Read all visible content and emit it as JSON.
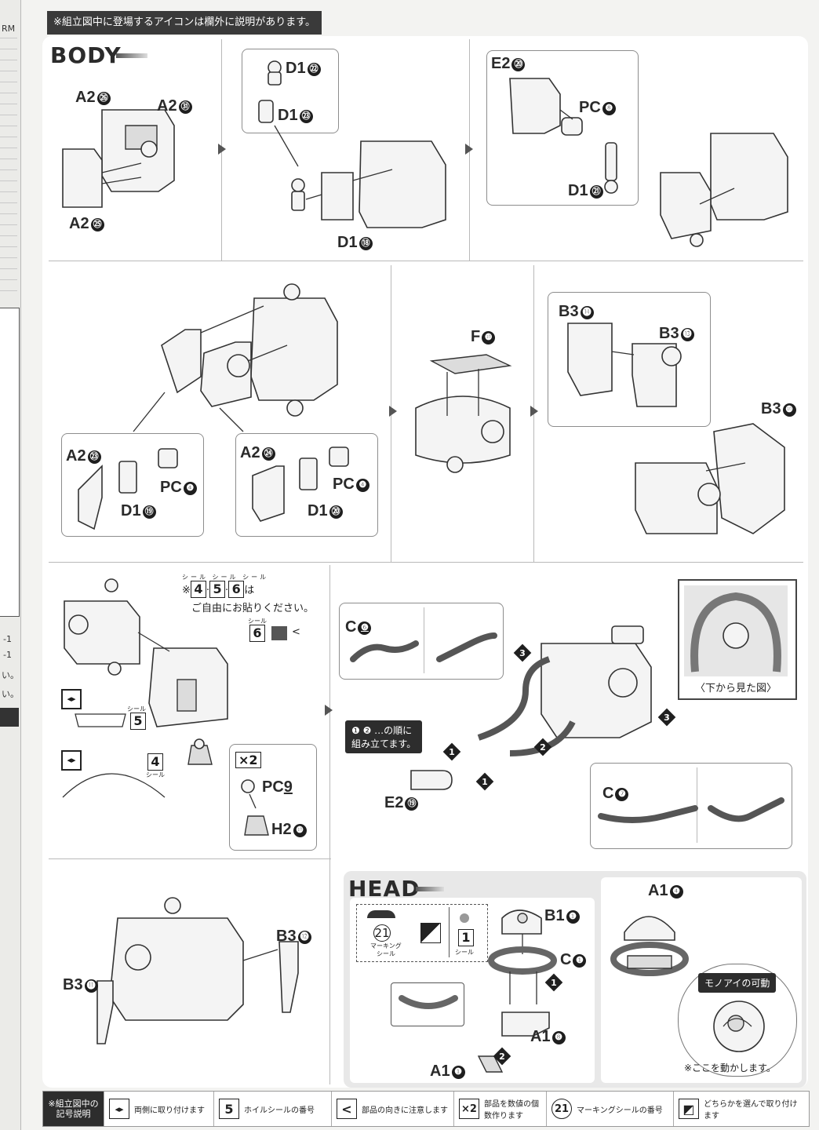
{
  "notice": "※組立図中に登場するアイコンは欄外に説明があります。",
  "edge_text": {
    "rm": "RM",
    "n1": "-1",
    "n2": "-1",
    "s1": "い。",
    "s2": "い。"
  },
  "body_section": {
    "title": "BODY",
    "step1": {
      "a2_26": "A2",
      "n26": "㉖",
      "a2_31": "A2",
      "n31": "㉛",
      "a2_25": "A2",
      "n25": "㉕"
    },
    "step2": {
      "d1_22": "D1",
      "n22": "㉒",
      "d1_23": "D1",
      "n23": "㉓",
      "d1_18": "D1",
      "n18": "⑱"
    },
    "step3": {
      "e2_20": "E2",
      "n20": "⑳",
      "pc8": "PC",
      "n8": "❽",
      "d1_21": "D1",
      "n21": "㉑"
    },
    "step4": {
      "a2_23": "A2",
      "n23": "㉓",
      "pc4a": "PC",
      "n4a": "❹",
      "d1_19": "D1",
      "n19": "⑲",
      "a2_24": "A2",
      "n24": "㉔",
      "pc4b": "PC",
      "n4b": "❹",
      "d1_20": "D1",
      "n20": "⑳"
    },
    "step5": {
      "f10": "F",
      "n10": "❿"
    },
    "step6": {
      "b3_14": "B3",
      "n14": "⓮",
      "b3_13": "B3",
      "n13": "⓭",
      "b3_10": "B3",
      "n10": "❿"
    },
    "step7": {
      "seal_note_prefix": "※",
      "seal_a": "4",
      "seal_b": "5",
      "seal_c": "6",
      "seal_note_suffix": "は",
      "seal_note_line2": "ご自由にお貼りください。",
      "seal6": "6",
      "seal5": "5",
      "seal4": "4",
      "seal_word": "シール",
      "times": "×2",
      "pc9": "PC",
      "n9": "9",
      "h2_10": "H2",
      "n10": "❿"
    },
    "step8": {
      "c6": "C",
      "n6": "❻",
      "c7": "C",
      "n7": "❼",
      "e2_19": "E2",
      "n19": "⑲",
      "order_note_line1": "❶ ❷ …の順に",
      "order_note_line2": "組み立てます。",
      "step1": "1",
      "step2": "2",
      "step3": "3",
      "view_caption": "〈下から見た図〉"
    },
    "step9": {
      "b3_12": "B3",
      "n12": "⓬",
      "b3_11": "B3",
      "n11": "⓫"
    }
  },
  "head_section": {
    "title": "HEAD",
    "marking_num": "21",
    "marking_label": "マーキング",
    "marking_label2": "シール",
    "seal1": "1",
    "seal1_label": "シール",
    "b1_1": "B1",
    "n1": "❶",
    "c1": "C",
    "nc1": "❶",
    "a1_8": "A1",
    "n8": "❽",
    "a1_1": "A1",
    "na1": "❶",
    "step1": "1",
    "step2": "2",
    "a1_4": "A1",
    "n4": "❹",
    "monoeye_title": "モノアイの可動",
    "monoeye_note": "※ここを動かします。"
  },
  "legend": {
    "head": "※組立図中の記号説明",
    "items": [
      {
        "icon": "◂▸",
        "text": "両側に取り付けます"
      },
      {
        "icon": "5",
        "text": "ホイルシールの番号"
      },
      {
        "icon": "<",
        "text": "部品の向きに注意します"
      },
      {
        "icon": "×2",
        "text": "部品を数値の個数作ります"
      },
      {
        "icon": "21",
        "text": "マーキングシールの番号"
      },
      {
        "icon": "◩",
        "text": "どちらかを選んで取り付けます"
      }
    ]
  }
}
